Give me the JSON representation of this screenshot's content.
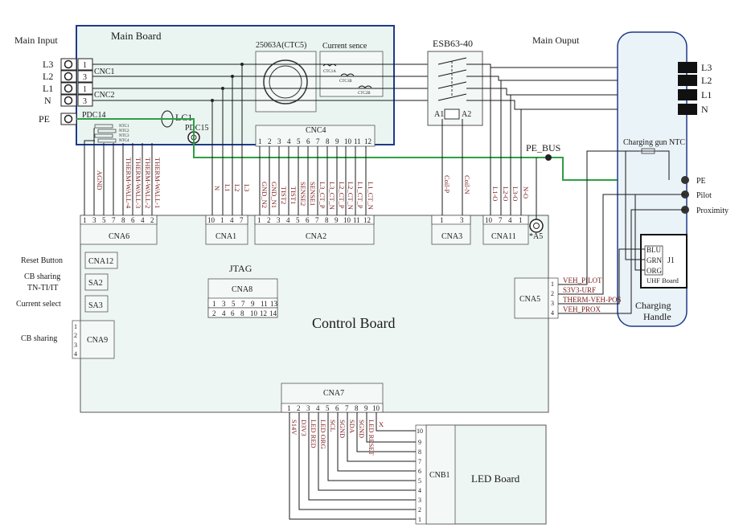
{
  "main_input": {
    "title": "Main Input",
    "lines": [
      "L3",
      "L2",
      "L1",
      "N"
    ],
    "pins": [
      "1",
      "3",
      "1",
      "3"
    ],
    "pe": "PE"
  },
  "main_board": {
    "title": "Main Board",
    "cnc1": "CNC1",
    "cnc2": "CNC2",
    "pdc14": "PDC14",
    "pdc15": "PDC15",
    "lc1": "LC1",
    "ct_title": "25063A(CTC5)",
    "cs_title": "Current sence",
    "ct_labels": [
      "CTC1A",
      "CTC1B",
      "CTC2B"
    ],
    "ntc_labels": [
      "NTC1",
      "NTC2",
      "NTC3",
      "NTC4"
    ],
    "cnc4": {
      "title": "CNC4",
      "pins": [
        "1",
        "2",
        "3",
        "4",
        "5",
        "6",
        "7",
        "8",
        "9",
        "10",
        "11",
        "12"
      ]
    }
  },
  "esb": {
    "title": "ESB63-40",
    "a1": "A1",
    "a2": "A2",
    "coil_p": "Coil-P",
    "coil_n": "Coil-N"
  },
  "main_output": {
    "title": "Main Ouput",
    "lines": [
      "L3",
      "L2",
      "L1",
      "N"
    ]
  },
  "pe_bus": "PE_BUS",
  "handle": {
    "title_1": "Charging",
    "title_2": "Handle",
    "ntc": "Charging gun NTC",
    "pins": [
      "PE",
      "Pilot",
      "Proximity"
    ],
    "j1": "J1",
    "colors": [
      "BLU",
      "GRN",
      "ORG"
    ],
    "uhf": "UHF Board"
  },
  "control_board": {
    "title": "Control Board",
    "jtag": "JTAG"
  },
  "cna6": {
    "title": "CNA6",
    "pins": [
      "1",
      "3",
      "5",
      "7",
      "8",
      "6",
      "4",
      "2"
    ],
    "signals": [
      "AGND",
      "THERM-WALL-4",
      "THERM-WALL-3",
      "THERM-WALL-2",
      "THERM-WALL-1"
    ]
  },
  "cna1": {
    "title": "CNA1",
    "pins": [
      "10",
      "1",
      "4",
      "7"
    ],
    "signals": [
      "N",
      "L1",
      "L2",
      "L3"
    ]
  },
  "cna2": {
    "title": "CNA2",
    "pins": [
      "1",
      "2",
      "3",
      "4",
      "5",
      "6",
      "7",
      "8",
      "9",
      "10",
      "11",
      "12"
    ],
    "signals": [
      "GND_N2",
      "GND_N1",
      "TIST2",
      "TIST1",
      "SENSE2",
      "SENSE1",
      "L3_CT_P",
      "L3_CT_N",
      "L2_CT_P",
      "L2_CT_N",
      "L1_CT_P",
      "L1_CT_N"
    ]
  },
  "cna3": {
    "title": "CNA3",
    "pins": [
      "1",
      "3"
    ]
  },
  "cna11": {
    "title": "CNA11",
    "pins": [
      "10",
      "7",
      "4",
      "1"
    ],
    "signals": [
      "L1-O",
      "L2-O",
      "L3-O",
      "N-O"
    ]
  },
  "a5": "*A5",
  "cna12": {
    "title": "CNA12",
    "label": "Reset Button"
  },
  "sa2": {
    "title": "SA2",
    "label_1": "CB sharing",
    "label_2": "TN-TI/IT"
  },
  "sa3": {
    "title": "SA3",
    "label": "Current select"
  },
  "cna9": {
    "title": "CNA9",
    "label": "CB sharing",
    "pins": [
      "1",
      "2",
      "3",
      "4"
    ]
  },
  "cna8": {
    "title": "CNA8",
    "top": [
      "1",
      "3",
      "5",
      "7",
      "9",
      "11",
      "13"
    ],
    "bottom": [
      "2",
      "4",
      "6",
      "8",
      "10",
      "12",
      "14"
    ]
  },
  "cna5": {
    "title": "CNA5",
    "pins": [
      "1",
      "2",
      "3",
      "4"
    ],
    "signals": [
      "VEH_PILOT",
      "S3V3-URF",
      "THERM-VEH-POS",
      "VEH_PROX"
    ]
  },
  "cna7": {
    "title": "CNA7",
    "pins": [
      "1",
      "2",
      "3",
      "4",
      "5",
      "6",
      "7",
      "8",
      "9",
      "10"
    ],
    "signals": [
      "S14V",
      "D3V3",
      "LED RED",
      "LED ORG",
      "SCL",
      "SGND",
      "SDA",
      "SGND",
      "LED RESET",
      "X"
    ]
  },
  "led_board": {
    "title": "LED Board",
    "cnb1": "CNB1",
    "pins": [
      "10",
      "9",
      "8",
      "7",
      "6",
      "5",
      "4",
      "3",
      "2",
      "1"
    ]
  },
  "colors": {
    "board_fill": "#eef6f3",
    "pe_wire": "#2ea043",
    "frame_blue": "#1f3a8a",
    "signal_text": "#7a1a1a"
  }
}
